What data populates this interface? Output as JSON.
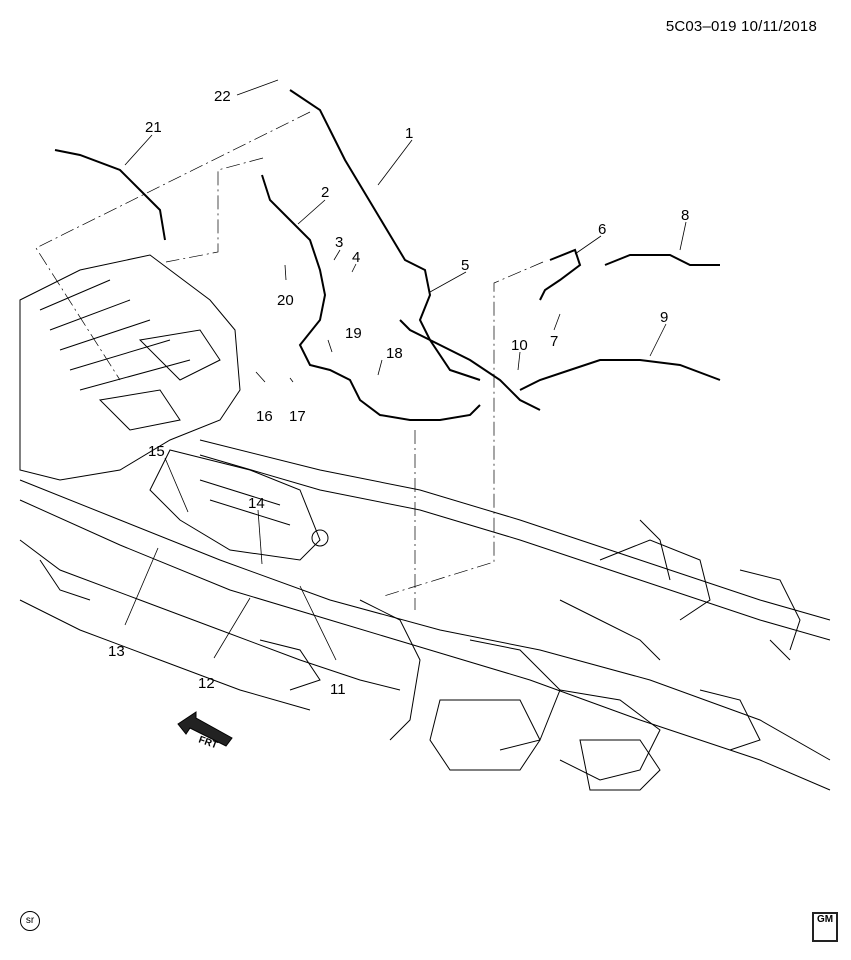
{
  "header": {
    "diagram_code": "5C03–019",
    "date": "10/11/2018"
  },
  "callouts": [
    "1",
    "2",
    "3",
    "4",
    "5",
    "6",
    "7",
    "8",
    "9",
    "10",
    "11",
    "12",
    "13",
    "14",
    "15",
    "16",
    "17",
    "18",
    "19",
    "20",
    "21",
    "22"
  ],
  "direction_label": "FRT",
  "badges": {
    "sr": "sr",
    "gm_logo": "GM"
  },
  "icons": [
    "front-direction-arrow-icon",
    "gm-logo-icon",
    "sr-badge-icon"
  ]
}
